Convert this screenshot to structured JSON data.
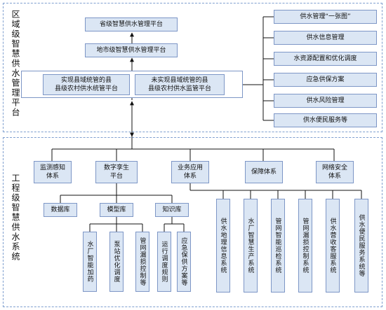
{
  "regional": {
    "label": "区域级智慧供水管理平台",
    "provincial": "省级智慧供水管理平台",
    "city": "地市级智慧供水管理平台",
    "unified": "实现县域统管的县\n县级农村供水统管平台",
    "non_unified": "未实现县域统管的县\n县级农村供水监管平台",
    "functions": [
      "供水管理“一张图”",
      "供水信息管理",
      "水资源配置和优化调度",
      "应急供保方案",
      "供水风险管理",
      "供水便民服务等"
    ]
  },
  "engineering": {
    "label": "工程级智慧供水系统",
    "systems": {
      "monitoring": "监测感知\n体系",
      "twin": "数字孪生\n平台",
      "business": "业务应用\n体系",
      "assurance": "保障体系",
      "security": "网络安全\n体系"
    },
    "libraries": {
      "data": "数据库",
      "model": "模型库",
      "knowledge": "知识库"
    },
    "model_items": [
      "水厂智能加药",
      "泵站优化调度",
      "管网漏损控制等"
    ],
    "knowledge_items": [
      "运行调度规则",
      "应急保供方案等"
    ],
    "business_items": [
      "供水地理信息系统",
      "水厂智慧生产系统",
      "管网智能巡检系统",
      "管网漏损控制系统",
      "供水营收客服系统",
      "供水便民服务系统等"
    ]
  }
}
